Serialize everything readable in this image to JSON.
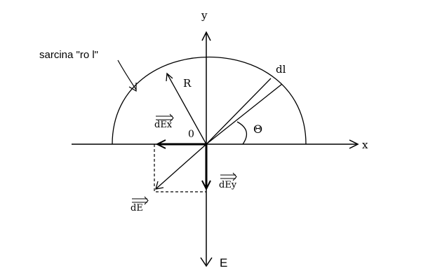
{
  "labels": {
    "y_axis": "y",
    "x_axis": "x",
    "origin": "0",
    "radius": "R",
    "element": "dl",
    "angle": "Θ",
    "charge_density": "sarcina \"ro l\"",
    "dEx": "dEx",
    "dEy": "dEy",
    "dE": "dE",
    "E": "E"
  },
  "colors": {
    "ink": "#000000",
    "background": "#ffffff"
  }
}
